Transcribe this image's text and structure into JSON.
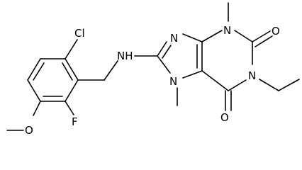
{
  "colors": {
    "background": "#ffffff",
    "ink": "#000000"
  },
  "atoms": {
    "cl": "Cl",
    "nh": "NH",
    "n9": "N",
    "n3": "N",
    "n1": "N",
    "n7": "N",
    "o2": "O",
    "o6": "O",
    "f": "F",
    "ome_o": "O"
  }
}
